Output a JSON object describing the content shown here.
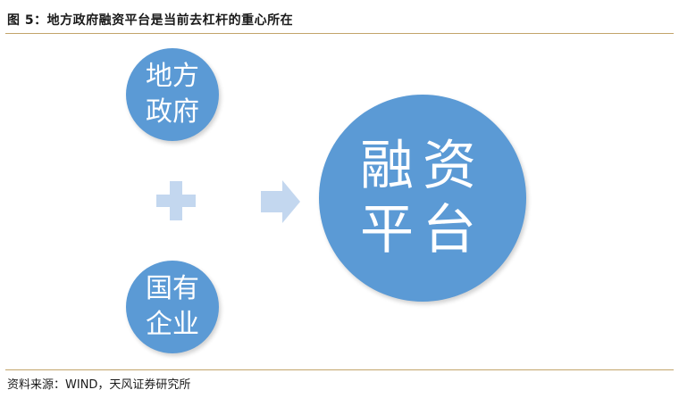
{
  "figure": {
    "title": "图 5：地方政府融资平台是当前去杠杆的重心所在",
    "source": "资料来源：WIND，天风证券研究所"
  },
  "diagram": {
    "top_circle": {
      "lines": [
        "地方",
        "政府"
      ]
    },
    "bottom_circle": {
      "lines": [
        "国有",
        "企业"
      ]
    },
    "result_circle": {
      "lines": [
        "融资",
        "平台"
      ]
    },
    "operator_icon": "plus-icon",
    "connector_icon": "arrow-right-icon"
  },
  "colors": {
    "circle_fill": "#5b9ad5",
    "operator_fill": "#c3d7ef",
    "rule": "#c3a56a"
  }
}
